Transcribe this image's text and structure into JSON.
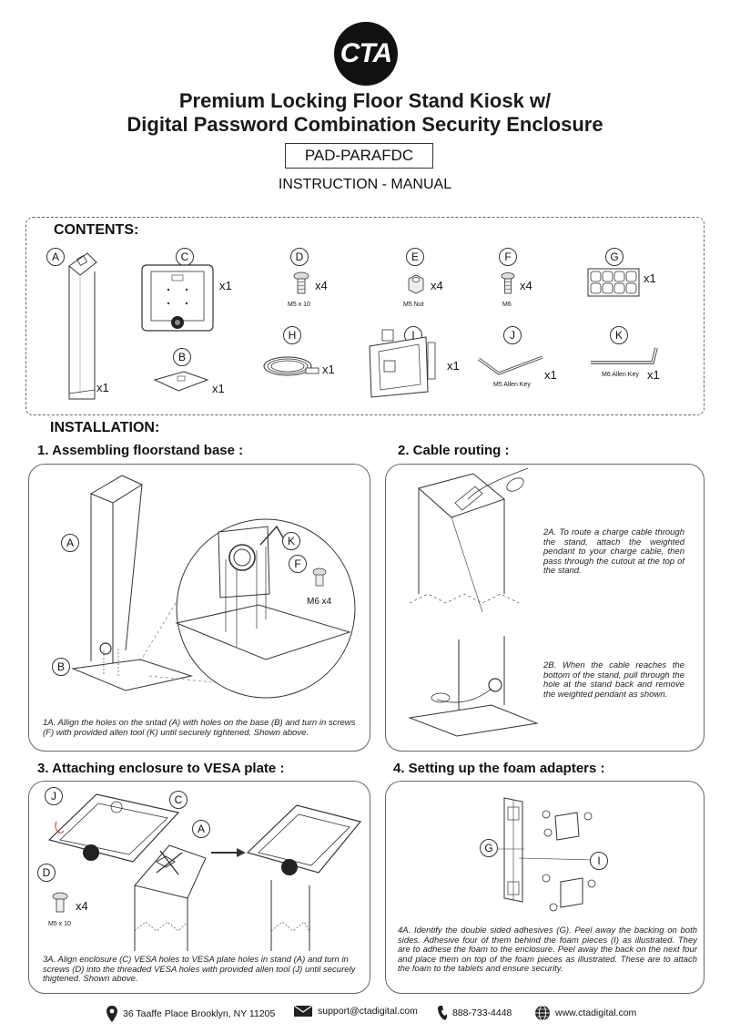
{
  "header": {
    "logo_text": "CTA",
    "title_line1": "Premium Locking Floor Stand Kiosk w/",
    "title_line2": "Digital Password Combination Security Enclosure",
    "model": "PAD-PARAFDC",
    "subtitle": "INSTRUCTION - MANUAL"
  },
  "contents": {
    "title": "CONTENTS:",
    "parts": [
      {
        "letter": "A",
        "qty": "x1",
        "label": ""
      },
      {
        "letter": "C",
        "qty": "x1",
        "label": ""
      },
      {
        "letter": "D",
        "qty": "x4",
        "label": "M5 x 10"
      },
      {
        "letter": "E",
        "qty": "x4",
        "label": "M5 Nut"
      },
      {
        "letter": "F",
        "qty": "x4",
        "label": "M6"
      },
      {
        "letter": "G",
        "qty": "x1",
        "label": ""
      },
      {
        "letter": "B",
        "qty": "x1",
        "label": ""
      },
      {
        "letter": "H",
        "qty": "x1",
        "label": ""
      },
      {
        "letter": "I",
        "qty": "x1",
        "label": ""
      },
      {
        "letter": "J",
        "qty": "x1",
        "label": "M5 Allen Key"
      },
      {
        "letter": "K",
        "qty": "x1",
        "label": "M6 Allen Key"
      }
    ]
  },
  "installation": {
    "title": "INSTALLATION:",
    "steps": [
      {
        "heading": "1. Assembling floorstand base :",
        "callouts": [
          "A",
          "B",
          "K",
          "F"
        ],
        "detail_label": "M6 x4",
        "notes": [
          "1A. Allign the holes on the sntad (A) with holes on the base (B) and turn in screws (F) with provided allen tool (K) until securely tightened. Shown above."
        ]
      },
      {
        "heading": "2. Cable routing :",
        "notes": [
          "2A. To route a charge cable through the stand, attach the weighted pendant to your charge cable, then pass through the cutout at the top of the stand.",
          "2B. When the cable reaches the bottom of the stand, pull through the hole at the stand back and remove the weighted pendant as shown."
        ]
      },
      {
        "heading": "3. Attaching enclosure to VESA plate :",
        "callouts": [
          "J",
          "C",
          "A",
          "D"
        ],
        "detail_label": "x4",
        "detail_sublabel": "M5 x 10",
        "notes": [
          "3A. Align enclosure (C) VESA holes to VESA plate holes in stand (A) and turn in screws (D) into the threaded VESA holes with provided allen tool (J) until securely thigtened. Shown above."
        ]
      },
      {
        "heading": "4. Setting up the foam adapters :",
        "callouts": [
          "G",
          "I"
        ],
        "notes": [
          "4A. Identify the double sided adhesives (G). Peel away the backing on both sides. Adhesive four of them behind the foam pieces (I) as illustrated. They are to adhese the foam to the enclosure. Peel away the back on the next four and place them on top of the foam pieces as illustrated. These are to attach the foam to the tablets and ensure security."
        ]
      }
    ]
  },
  "footer": {
    "address": "36 Taaffe Place Brooklyn, NY 11205",
    "email": "support@ctadigital.com",
    "phone": "888-733-4448",
    "website": "www.ctadigital.com"
  }
}
